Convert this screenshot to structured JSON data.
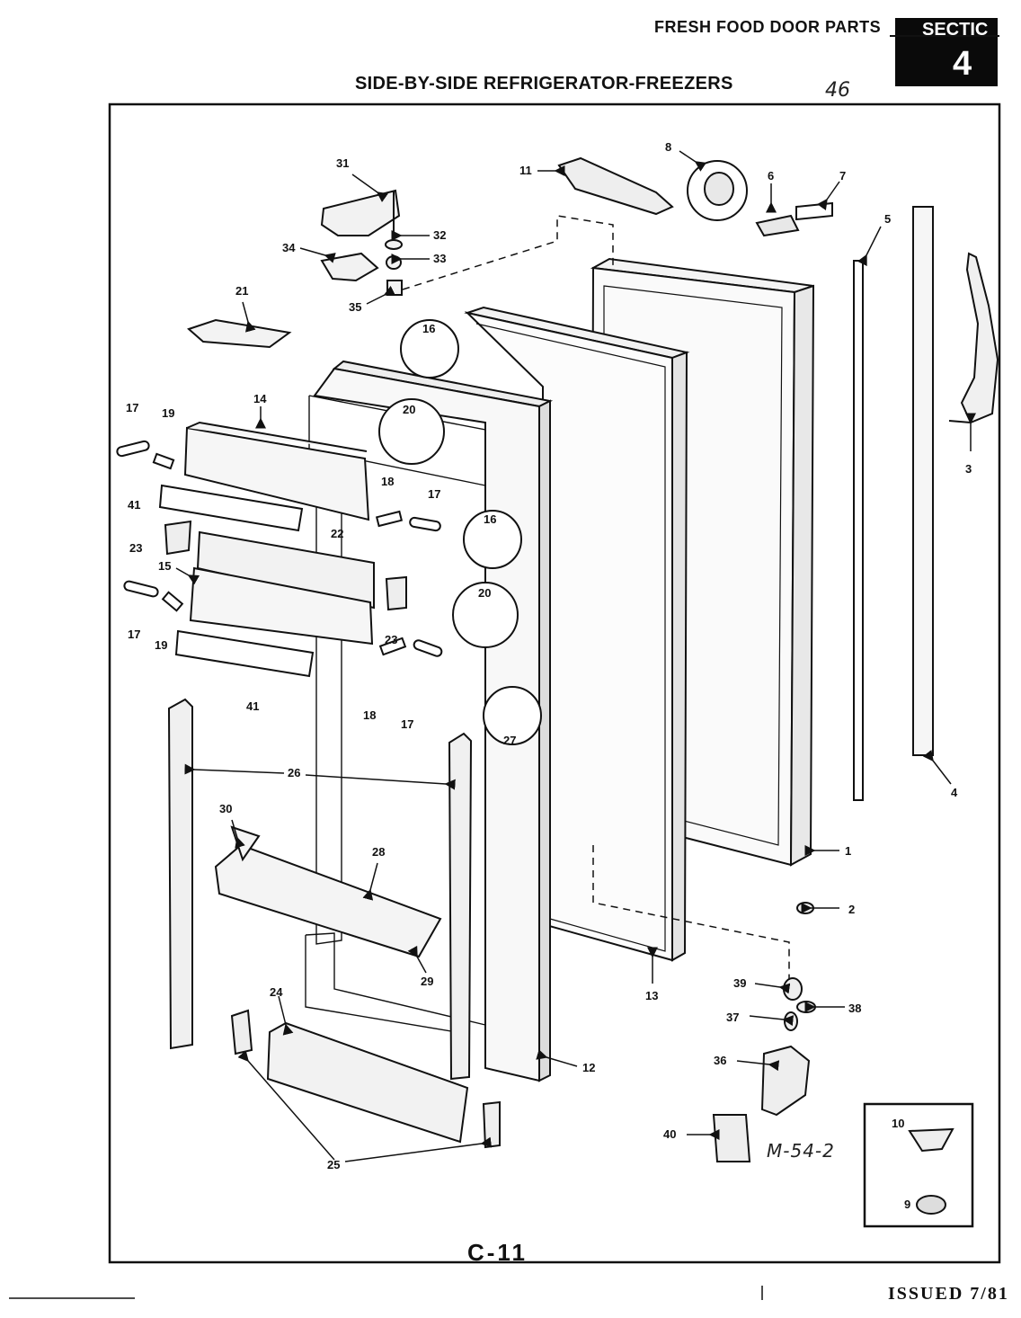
{
  "header": {
    "section_title": "FRESH FOOD DOOR PARTS",
    "section_label": "SECTIC",
    "section_number": "4",
    "product_title": "SIDE-BY-SIDE REFRIGERATOR-FREEZERS",
    "page_handwritten": "46"
  },
  "drawing_number": "C-11",
  "model_handwritten": "M-54-2",
  "issued": "ISSUED 7/81",
  "part_labels": [
    "1",
    "2",
    "3",
    "4",
    "5",
    "6",
    "7",
    "8",
    "9",
    "10",
    "11",
    "12",
    "13",
    "14",
    "15",
    "16",
    "17",
    "18",
    "19",
    "20",
    "21",
    "22",
    "23",
    "24",
    "25",
    "26",
    "27",
    "28",
    "29",
    "30",
    "31",
    "32",
    "33",
    "34",
    "35",
    "36",
    "37",
    "38",
    "39",
    "40",
    "41"
  ],
  "callouts": {
    "p1": "1",
    "p2": "2",
    "p3": "3",
    "p4": "4",
    "p5": "5",
    "p6": "6",
    "p7": "7",
    "p8": "8",
    "p9": "9",
    "p10": "10",
    "p11": "11",
    "p12": "12",
    "p13": "13",
    "p14": "14",
    "p15": "15",
    "p16a": "16",
    "p16b": "16",
    "p17a": "17",
    "p17b": "17",
    "p17c": "17",
    "p17d": "17",
    "p18a": "18",
    "p18b": "18",
    "p19a": "19",
    "p19b": "19",
    "p20a": "20",
    "p20b": "20",
    "p21": "21",
    "p22": "22",
    "p23a": "23",
    "p23b": "23",
    "p24": "24",
    "p25": "25",
    "p26": "26",
    "p27": "27",
    "p28": "28",
    "p29": "29",
    "p30": "30",
    "p31": "31",
    "p32": "32",
    "p33": "33",
    "p34": "34",
    "p35": "35",
    "p36": "36",
    "p37": "37",
    "p38": "38",
    "p39": "39",
    "p40": "40",
    "p41a": "41",
    "p41b": "41"
  }
}
